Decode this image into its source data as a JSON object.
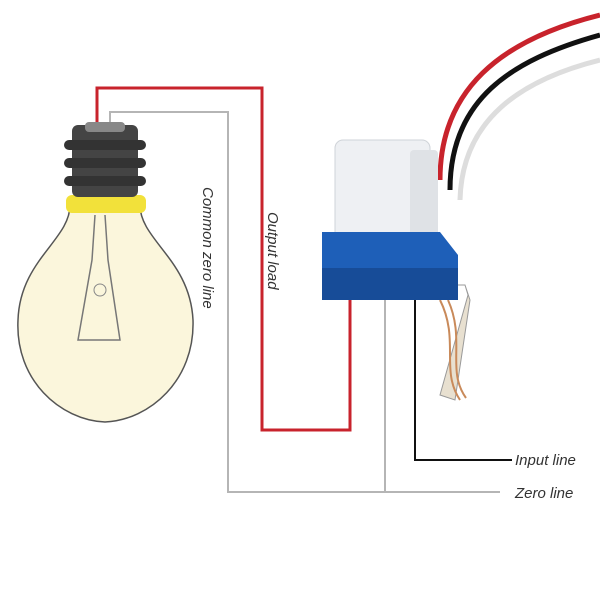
{
  "labels": {
    "common_zero_line": "Common zero line",
    "output_load": "Output load",
    "input_line": "Input line",
    "zero_line": "Zero line"
  },
  "colors": {
    "output_wire": "#c8232c",
    "zero_wire": "#b5b5b5",
    "input_wire": "#111111",
    "sensor_base": "#1e5fb8",
    "sensor_cap": "#eef0f3",
    "bulb_glass": "#fbf6dc"
  }
}
